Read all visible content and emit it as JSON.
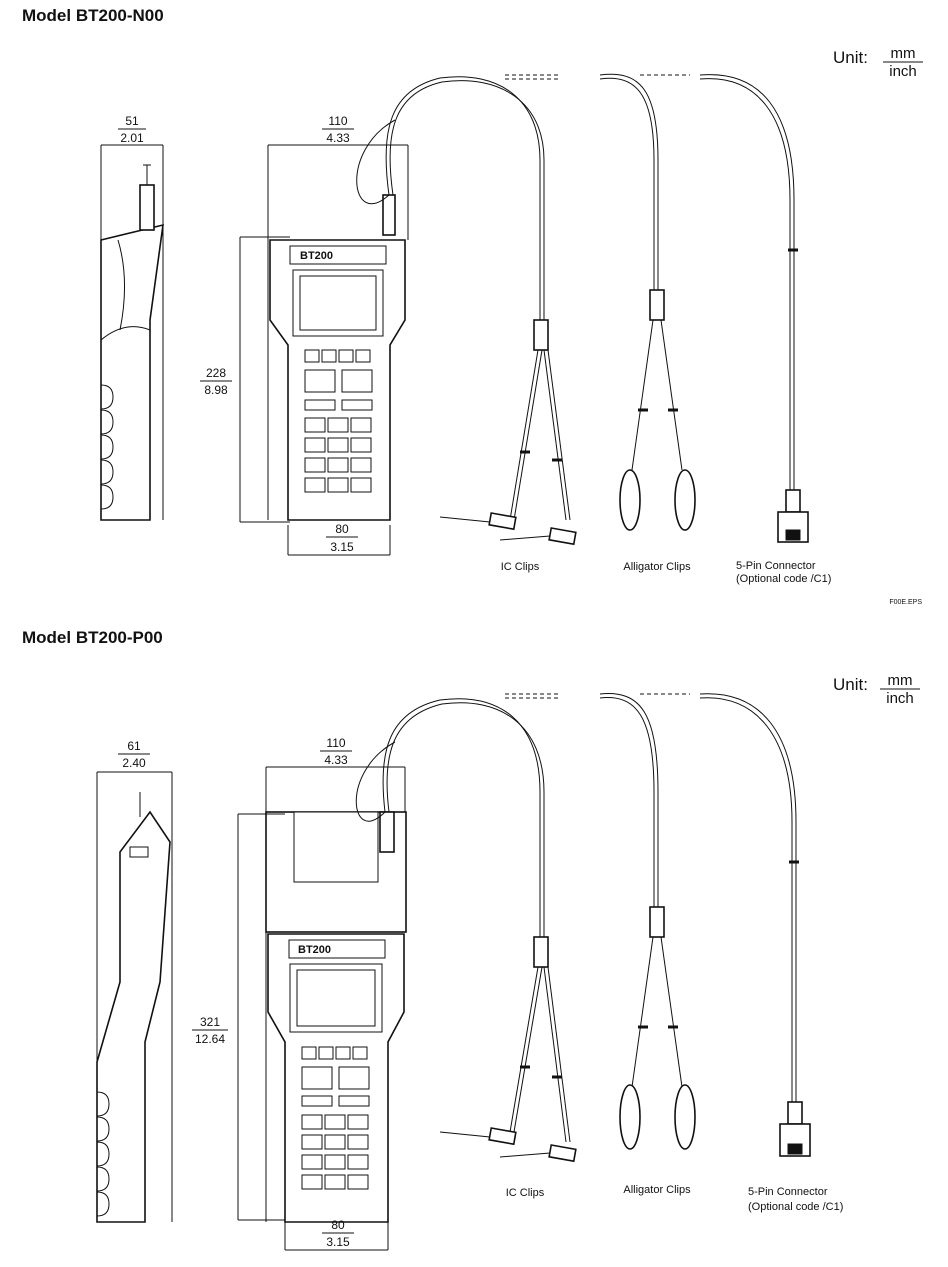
{
  "panels": [
    {
      "title": "Model BT200-N00",
      "unit_label": "Unit:",
      "unit_numerator": "mm",
      "unit_denominator": "inch",
      "dims": {
        "side_width_mm": "51",
        "side_width_in": "2.01",
        "front_width_mm": "110",
        "front_width_in": "4.33",
        "height_mm": "228",
        "height_in": "8.98",
        "bottom_width_mm": "80",
        "bottom_width_in": "3.15"
      },
      "device_label": "BT200",
      "figure_code": "F00E.EPS",
      "clip_labels": {
        "ic": "IC Clips",
        "alligator": "Alligator Clips",
        "connector_line1": "5-Pin Connector",
        "connector_line2": "(Optional code /C1)"
      }
    },
    {
      "title": "Model BT200-P00",
      "unit_label": "Unit:",
      "unit_numerator": "mm",
      "unit_denominator": "inch",
      "dims": {
        "side_width_mm": "61",
        "side_width_in": "2.40",
        "front_width_mm": "110",
        "front_width_in": "4.33",
        "height_mm": "321",
        "height_in": "12.64",
        "bottom_width_mm": "80",
        "bottom_width_in": "3.15"
      },
      "device_label": "BT200",
      "clip_labels": {
        "ic": "IC Clips",
        "alligator": "Alligator Clips",
        "connector_line1": "5-Pin Connector",
        "connector_line2": "(Optional code /C1)"
      }
    }
  ]
}
